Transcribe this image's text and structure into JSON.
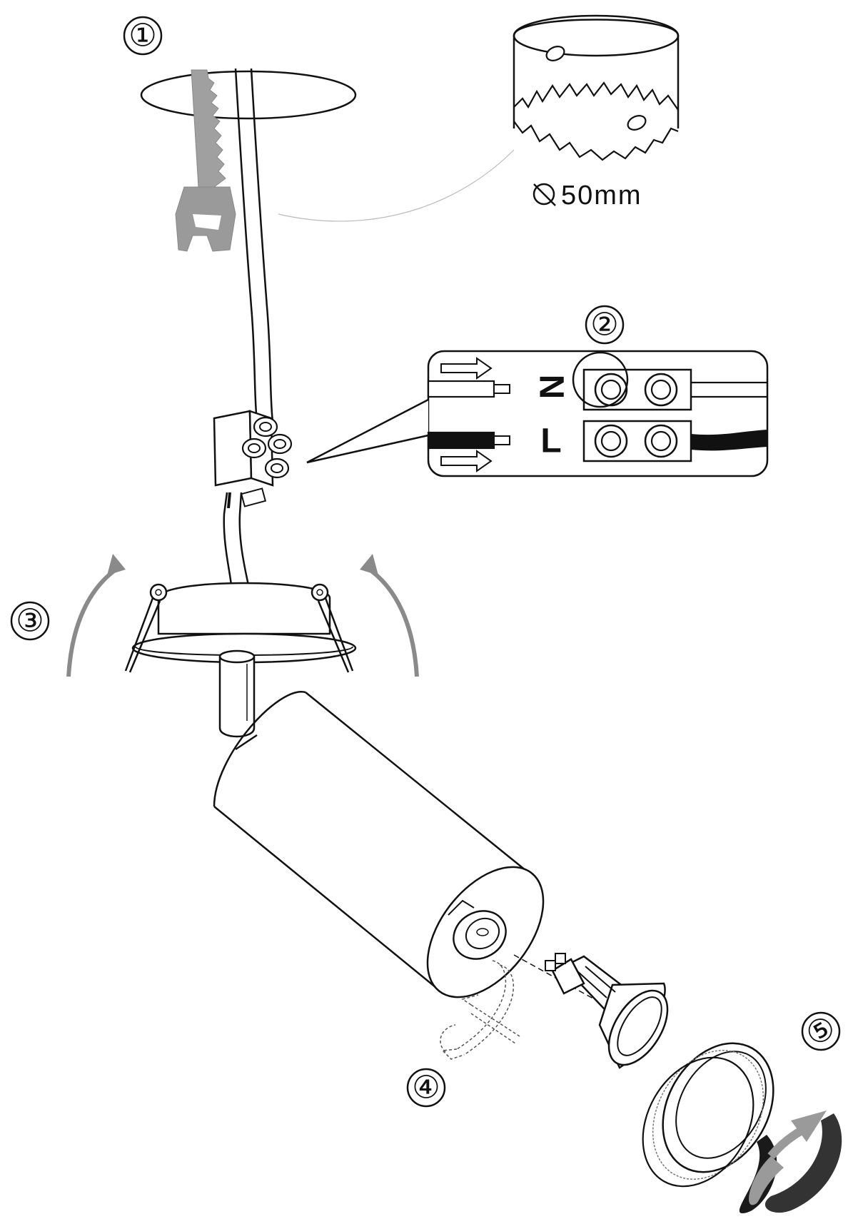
{
  "steps": {
    "step1": "①",
    "step2": "②",
    "step3": "③",
    "step4": "④",
    "step5": "⑤"
  },
  "hole_size": "50mm",
  "terminal": {
    "neutral": "N",
    "live": "L"
  },
  "icons": {
    "diameter": "diameter-symbol",
    "saw": "keyhole-saw-icon",
    "hole_saw": "hole-saw-icon",
    "connector": "terminal-block-icon",
    "spring_arrows": "curved-arrow-icon",
    "bulb": "gu10-bulb-icon",
    "ring": "retaining-ring-icon",
    "rotate": "rotate-arrow-icon"
  },
  "colors": {
    "line": "#1a1a1a",
    "grey_arrow": "#8a8a8a",
    "saw_fill": "#9a9a9a"
  }
}
